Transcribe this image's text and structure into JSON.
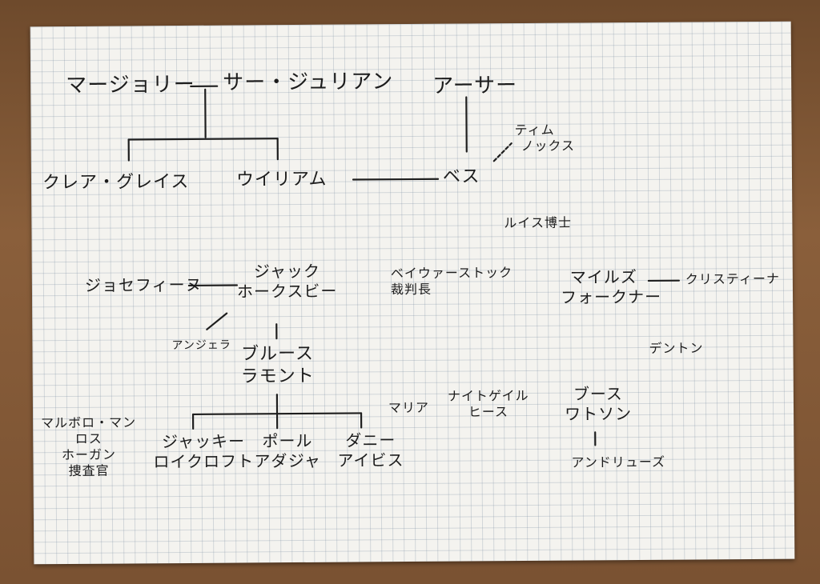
{
  "people": {
    "marjory": "マージョリー",
    "sir_julian": "サー・ジュリアン",
    "arthur": "アーサー",
    "tim_knox": [
      "ティム",
      "ノックス"
    ],
    "claire_grace": "クレア・グレイス",
    "william": "ウイリアム",
    "beth": "ベス",
    "dr_lewis": "ルイス博士",
    "josephine": "ジョセフィーヌ",
    "jack_hawksby": [
      "ジャック",
      "ホークスビー"
    ],
    "angela": "アンジェラ",
    "bruce_lamont": [
      "ブルース",
      "ラモント"
    ],
    "judge_baywaterstock": [
      "ベイウァーストック",
      "裁判長"
    ],
    "miles_faulkner": [
      "マイルズ",
      "フォークナー"
    ],
    "christina": "クリスティーナ",
    "denton": "デントン",
    "maria": "マリア",
    "nightingale_heath": [
      "ナイトゲイル",
      "ヒース"
    ],
    "booth_watson": [
      "ブース",
      "ワトソン"
    ],
    "andrews": "アンドリューズ",
    "marlborough_man_ross_hogan": [
      "マルボロ・マン",
      "ロス",
      "ホーガン",
      "捜査官"
    ],
    "jackie_roycroft": [
      "ジャッキー",
      "ロイクロフト"
    ],
    "paul_adaja": [
      "ポール",
      "アダジャ"
    ],
    "danny_ibis": [
      "ダニー",
      "アイビス"
    ]
  }
}
